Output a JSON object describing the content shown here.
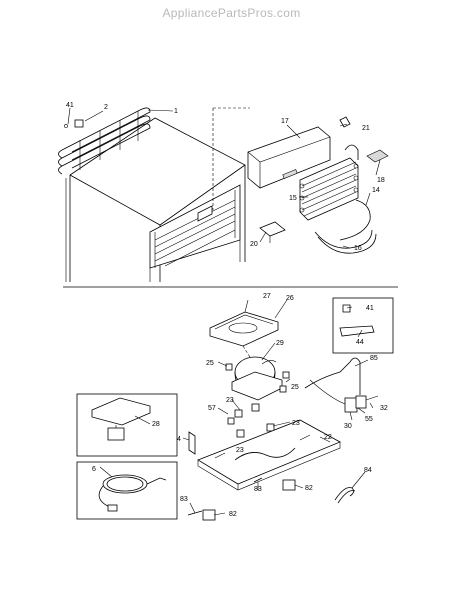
{
  "watermark": "AppliancePartsPros.com",
  "labels": {
    "p1": "1",
    "p2": "2",
    "p41a": "41",
    "p17": "17",
    "p21": "21",
    "p18": "18",
    "p15": "15",
    "p14": "14",
    "p16": "16",
    "p20": "20",
    "p27": "27",
    "p26": "26",
    "p29": "29",
    "p25a": "25",
    "p25b": "25",
    "p41b": "41",
    "p44": "44",
    "p85": "85",
    "p28": "28",
    "p57": "57",
    "p23a": "23",
    "p23b": "23",
    "p23c": "23",
    "p22": "22",
    "p4": "4",
    "p55": "55",
    "p32": "32",
    "p30": "30",
    "p6": "6",
    "p84": "84",
    "p83a": "83",
    "p83b": "83",
    "p82a": "82",
    "p82b": "82"
  }
}
